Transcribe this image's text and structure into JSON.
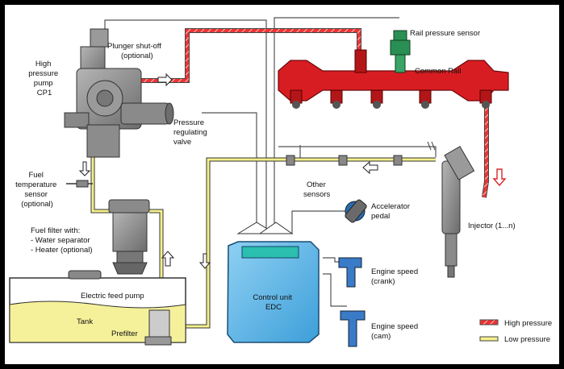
{
  "labels": {
    "hp_pump": [
      "High",
      "pressure",
      "pump",
      "CP1"
    ],
    "plunger": [
      "Plunger shut-off",
      "(optional)"
    ],
    "rail_sensor": "Rail pressure sensor",
    "common_rail": "Common Rail",
    "pressure_valve": [
      "Pressure",
      "regulating",
      "valve"
    ],
    "fuel_temp": [
      "Fuel",
      "temperature",
      "sensor",
      "(optional)"
    ],
    "fuel_filter": [
      "Fuel filter with:",
      "- Water separator",
      "- Heater (optional)"
    ],
    "other_sensors": [
      "Other",
      "sensors"
    ],
    "accelerator": [
      "Accelerator",
      "pedal"
    ],
    "injector": "Injector (1...n)",
    "feed_pump": "Electric feed pump",
    "tank": "Tank",
    "prefilter": "Prefilter",
    "control_unit": [
      "Control unit",
      "EDC"
    ],
    "speed_crank": [
      "Engine speed",
      "(crank)"
    ],
    "speed_cam": [
      "Engine speed",
      "(cam)"
    ]
  },
  "legend": {
    "high_label": "High pressure",
    "low_label": "Low pressure"
  },
  "colors": {
    "high_pressure": "#d8282a",
    "low_pressure": "#f4f08a",
    "rail": "#d81d22",
    "control_unit": "#5ab6e9",
    "sensor": "#2a8f53",
    "tank_fuel": "#f5f19a",
    "pump_metal": "#8a8a8a"
  }
}
